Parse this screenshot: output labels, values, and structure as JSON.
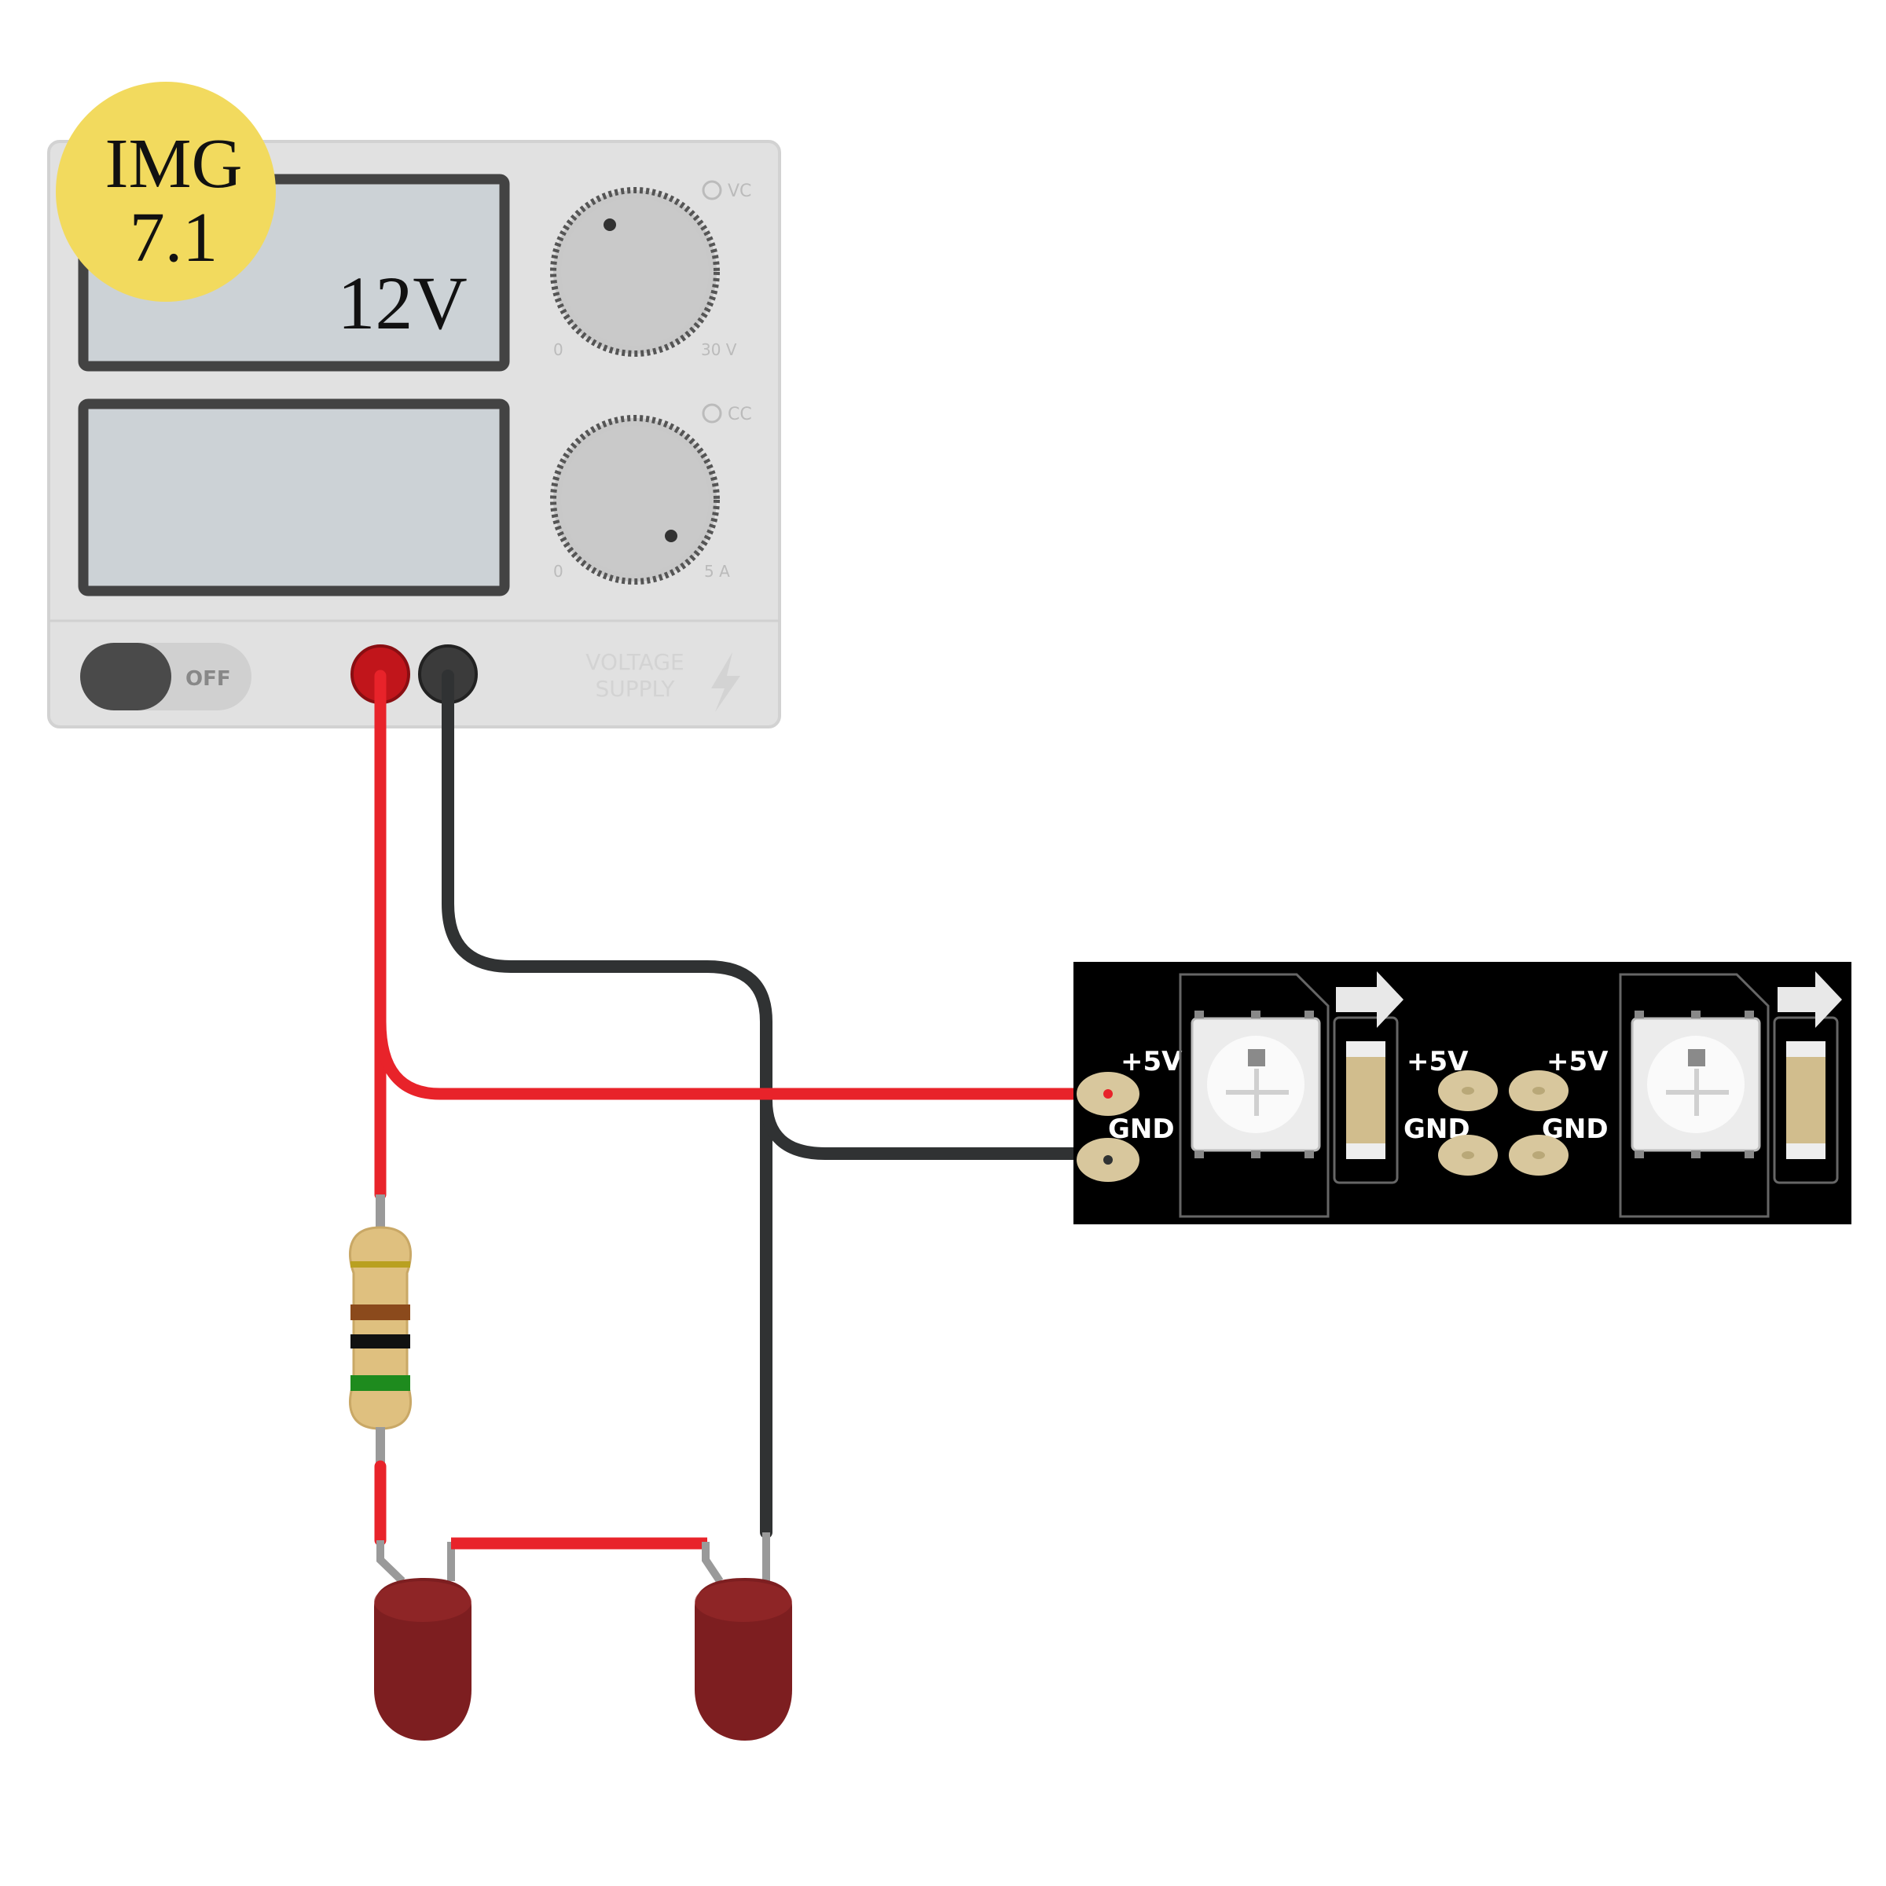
{
  "badge": {
    "line1": "IMG",
    "line2": "7.1",
    "color": "#f2da5e"
  },
  "supply": {
    "display_voltage": "12V",
    "knob_voltage": {
      "indicator": "VC",
      "min": "0",
      "max": "30 V"
    },
    "knob_current": {
      "indicator": "CC",
      "min": "0",
      "max": "5 A"
    },
    "switch_label": "OFF",
    "brand_line1": "VOLTAGE",
    "brand_line2": "SUPPLY"
  },
  "strip": {
    "pad_plus": "+5V",
    "pad_gnd": "GND"
  },
  "colors": {
    "wire_positive": "#e8232a",
    "wire_negative": "#303233",
    "led_body": "#7d1e20",
    "strip_pcb": "#000000"
  }
}
